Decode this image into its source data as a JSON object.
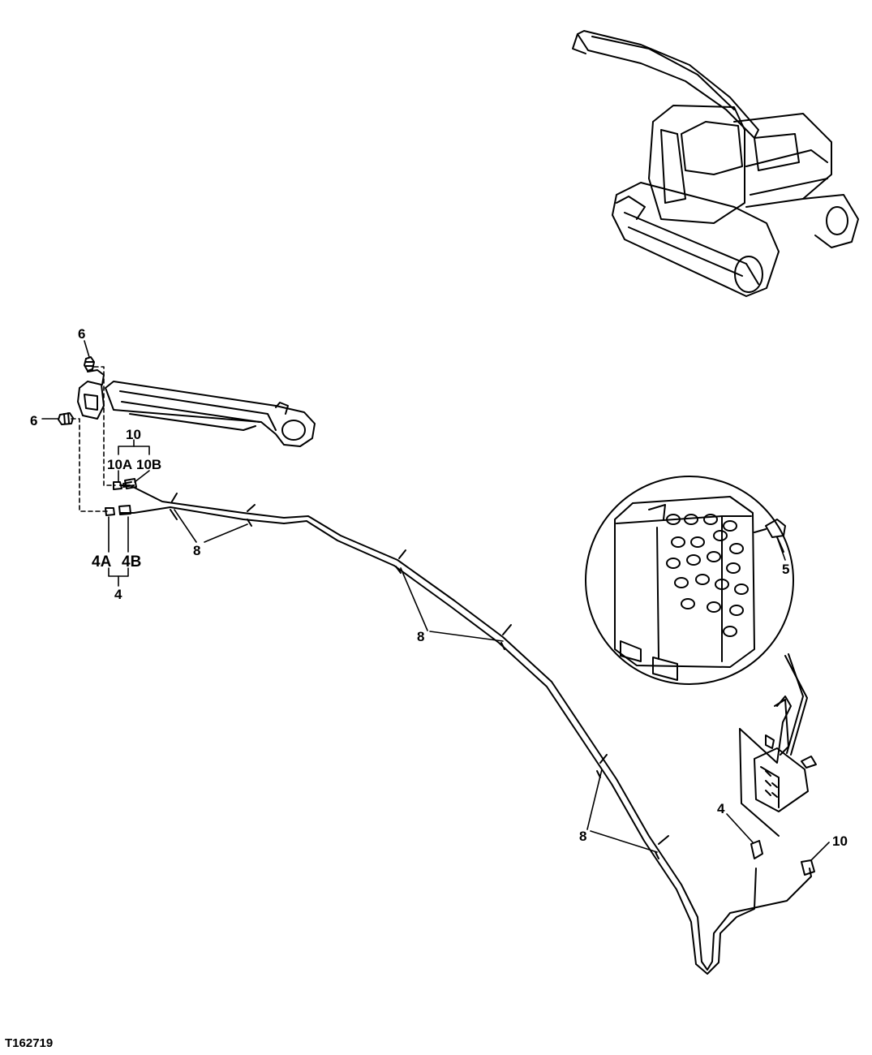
{
  "figure_id": "T162719",
  "callouts": {
    "c6_top": "6",
    "c6_left": "6",
    "c10_top": "10",
    "c10a": "10A",
    "c10b": "10B",
    "c4a": "4A",
    "c4b": "4B",
    "c4_bottom": "4",
    "c8_a": "8",
    "c8_b": "8",
    "c8_c": "8",
    "c5": "5",
    "c4_right": "4",
    "c10_right": "10"
  }
}
